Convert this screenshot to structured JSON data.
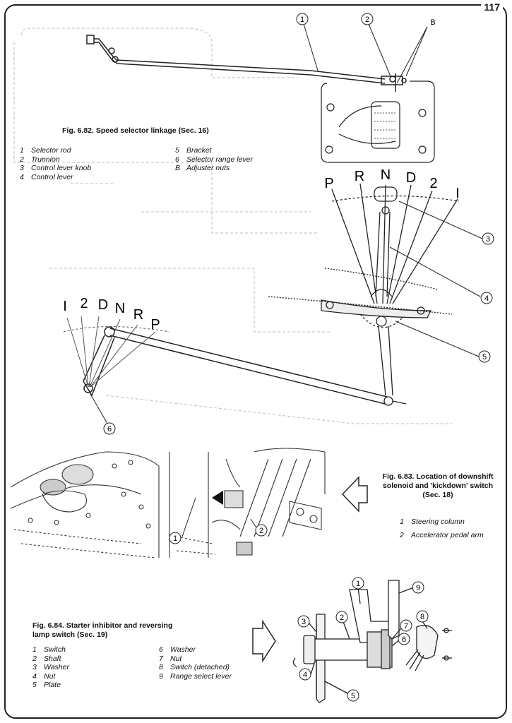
{
  "page": {
    "number": "117"
  },
  "fig682": {
    "title": "Fig. 6.82. Speed selector linkage (Sec. 16)",
    "legend_left": [
      {
        "n": "1",
        "text": "Selector rod"
      },
      {
        "n": "2",
        "text": "Trunnion"
      },
      {
        "n": "3",
        "text": "Control lever knob"
      },
      {
        "n": "4",
        "text": "Control lever"
      }
    ],
    "legend_right": [
      {
        "n": "5",
        "text": "Bracket"
      },
      {
        "n": "6",
        "text": "Selector range lever"
      },
      {
        "n": "B",
        "text": "Adjuster nuts"
      }
    ],
    "callouts": {
      "c1": "1",
      "c2": "2",
      "cB": "B",
      "c3": "3",
      "c4": "4",
      "c5": "5",
      "c6": "6"
    },
    "gate_right": [
      "P",
      "R",
      "N",
      "D",
      "2",
      "I"
    ],
    "gate_left": [
      "I",
      "2",
      "D",
      "N",
      "R",
      "P"
    ]
  },
  "fig683": {
    "title_line1": "Fig. 6.83. Location of downshift",
    "title_line2": "solenoid and 'kickdown' switch",
    "title_line3": "(Sec. 18)",
    "legend": [
      {
        "n": "1",
        "text": "Steering column"
      },
      {
        "n": "2",
        "text": "Accelerator pedal arm"
      }
    ],
    "callouts": {
      "c1": "1",
      "c2": "2"
    }
  },
  "fig684": {
    "title_line1": "Fig. 6.84. Starter inhibitor and reversing",
    "title_line2": "lamp switch (Sec. 19)",
    "legend_left": [
      {
        "n": "1",
        "text": "Switch"
      },
      {
        "n": "2",
        "text": "Shaft"
      },
      {
        "n": "3",
        "text": "Washer"
      },
      {
        "n": "4",
        "text": "Nut"
      },
      {
        "n": "5",
        "text": "Plate"
      }
    ],
    "legend_right": [
      {
        "n": "6",
        "text": "Washer"
      },
      {
        "n": "7",
        "text": "Nut"
      },
      {
        "n": "8",
        "text": "Switch (detached)"
      },
      {
        "n": "9",
        "text": "Range select lever"
      }
    ],
    "callouts": {
      "c1": "1",
      "c2": "2",
      "c3": "3",
      "c4": "4",
      "c5": "5",
      "c6": "6",
      "c7": "7",
      "c8": "8",
      "c9": "9"
    }
  }
}
